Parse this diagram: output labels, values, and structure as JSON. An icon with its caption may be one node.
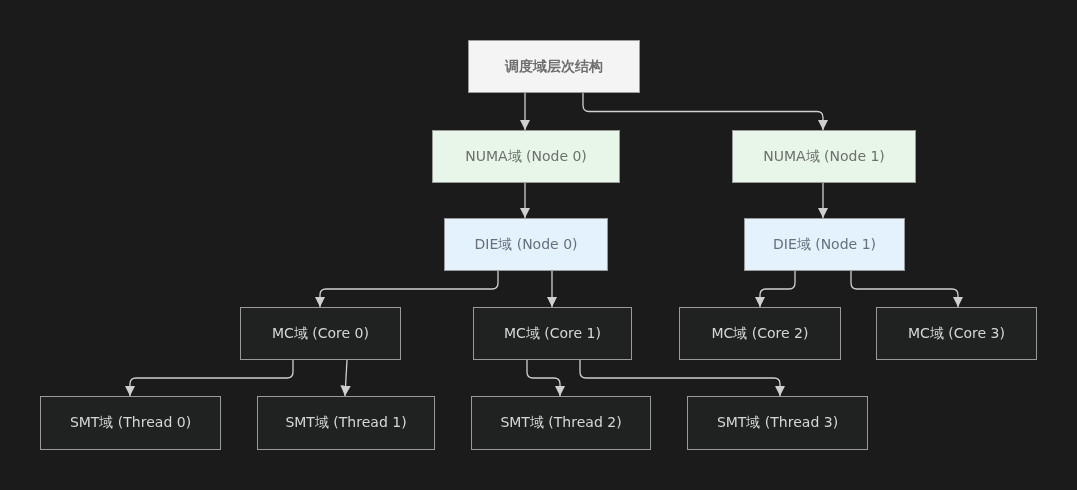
{
  "diagram": {
    "nodes": [
      {
        "text": [
          "调度域层次结构"
        ]
      },
      {
        "text": [
          "NUMA域 (Node 0)"
        ]
      },
      {
        "text": [
          "NUMA域 (Node 1)"
        ]
      },
      {
        "text": [
          "DIE域 (Node 0)"
        ]
      },
      {
        "text": [
          "DIE域 (Node 1)"
        ]
      },
      {
        "text": [
          "MC域 (Core 0)"
        ]
      },
      {
        "text": [
          "MC域 (Core 1)"
        ]
      },
      {
        "text": [
          "MC域 (Core 2)"
        ]
      },
      {
        "text": [
          "MC域 (Core 3)"
        ]
      },
      {
        "text": [
          "SMT域 (Thread 0)"
        ]
      },
      {
        "text": [
          "SMT域 (Thread 1)"
        ]
      },
      {
        "text": [
          "SMT域 (Thread 2)"
        ]
      },
      {
        "text": [
          "SMT域 (Thread 3)"
        ]
      }
    ],
    "edges": [
      {
        "from": 0,
        "to": 1,
        "arrow": "to"
      },
      {
        "from": 0,
        "to": 2,
        "arrow": "to"
      },
      {
        "from": 1,
        "to": 3,
        "arrow": "to"
      },
      {
        "from": 2,
        "to": 4,
        "arrow": "to"
      },
      {
        "from": 3,
        "to": 5,
        "arrow": "to"
      },
      {
        "from": 3,
        "to": 6,
        "arrow": "to"
      },
      {
        "from": 4,
        "to": 7,
        "arrow": "to"
      },
      {
        "from": 4,
        "to": 8,
        "arrow": "to"
      },
      {
        "from": 5,
        "to": 9,
        "arrow": "to"
      },
      {
        "from": 5,
        "to": 10,
        "arrow": "to"
      },
      {
        "from": 6,
        "to": 11,
        "arrow": "to"
      },
      {
        "from": 6,
        "to": 12,
        "arrow": "to"
      }
    ]
  }
}
